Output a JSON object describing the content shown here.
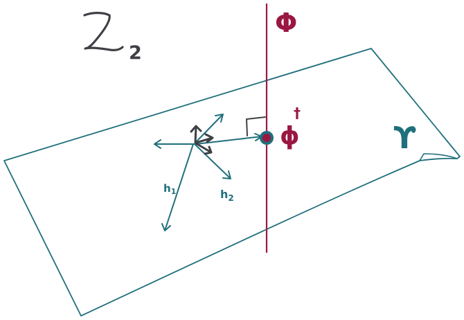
{
  "labels": {
    "lagrangian_subscript": "2",
    "phi_field": "Φ",
    "phi_dagger": "ϕ",
    "dagger": "†",
    "upsilon": "ϒ",
    "h1": "h",
    "h1_sub": "1",
    "h2": "h",
    "h2_sub": "2"
  },
  "colors": {
    "teal": "#1f6f7c",
    "crimson": "#9a1742",
    "gray": "#3f4045"
  }
}
